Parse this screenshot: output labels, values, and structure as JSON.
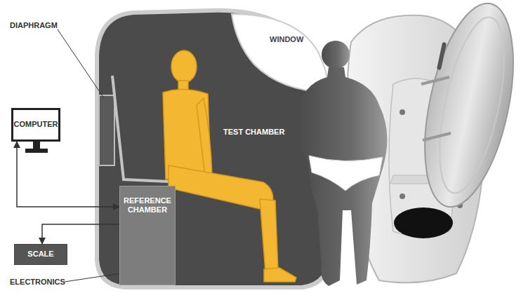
{
  "diagram": {
    "nodes": [
      {
        "text": [
          "COMPUTER"
        ]
      },
      {
        "text": [
          "REFERENCE CHAMBER"
        ]
      },
      {
        "text": [
          "SCALE"
        ]
      }
    ],
    "edges": [
      {
        "from": 0,
        "to": 1,
        "arrow": "both"
      },
      {
        "from": 1,
        "to": 2,
        "arrow": "to"
      }
    ],
    "labels": [
      "DIAPHRAGM",
      "WINDOW",
      "TEST CHAMBER",
      "ELECTRONICS"
    ]
  }
}
